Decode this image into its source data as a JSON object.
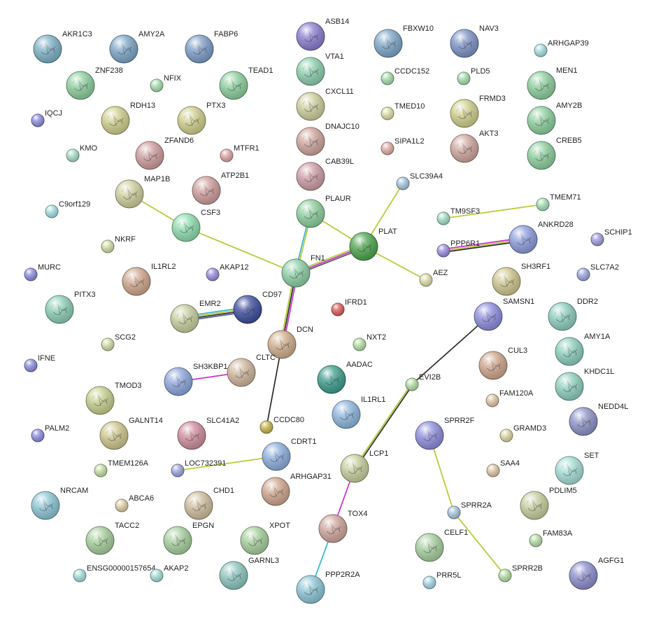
{
  "nodes": [
    {
      "id": "AKR1C3",
      "label": "AKR1C3",
      "size": "large",
      "color": "#7fb3c9",
      "structure": true
    },
    {
      "id": "AMY2A",
      "label": "AMY2A",
      "size": "large",
      "color": "#7fa8c9",
      "structure": true
    },
    {
      "id": "FABP6",
      "label": "FABP6",
      "size": "large",
      "color": "#7f9fc9",
      "structure": true
    },
    {
      "id": "ASB14",
      "label": "ASB14",
      "size": "large",
      "color": "#8c7fd1",
      "structure": true
    },
    {
      "id": "FBXW10",
      "label": "FBXW10",
      "size": "large",
      "color": "#7fa8c9",
      "structure": true
    },
    {
      "id": "NAV3",
      "label": "NAV3",
      "size": "large",
      "color": "#7f95c9",
      "structure": true
    },
    {
      "id": "ARHGAP39",
      "label": "ARHGAP39",
      "size": "small",
      "color": "#a8e0e0",
      "structure": false
    },
    {
      "id": "ZNF238",
      "label": "ZNF238",
      "size": "large",
      "color": "#8fd1a0",
      "structure": true
    },
    {
      "id": "NFIX",
      "label": "NFIX",
      "size": "small",
      "color": "#a8e0b0",
      "structure": false
    },
    {
      "id": "TEAD1",
      "label": "TEAD1",
      "size": "large",
      "color": "#8fd1a0",
      "structure": true
    },
    {
      "id": "VTA1",
      "label": "VTA1",
      "size": "large",
      "color": "#8fd1b0",
      "structure": true
    },
    {
      "id": "CCDC152",
      "label": "CCDC152",
      "size": "small",
      "color": "#a8e0b0",
      "structure": false
    },
    {
      "id": "PLD5",
      "label": "PLD5",
      "size": "small",
      "color": "#a8e0b0",
      "structure": false
    },
    {
      "id": "MEN1",
      "label": "MEN1",
      "size": "large",
      "color": "#8fd1a0",
      "structure": true
    },
    {
      "id": "IQCJ",
      "label": "IQCJ",
      "size": "small",
      "color": "#8f8fdf",
      "structure": false
    },
    {
      "id": "RDH13",
      "label": "RDH13",
      "size": "large",
      "color": "#d1d18f",
      "structure": true
    },
    {
      "id": "PTX3",
      "label": "PTX3",
      "size": "large",
      "color": "#d1d18f",
      "structure": true
    },
    {
      "id": "CXCL11",
      "label": "CXCL11",
      "size": "large",
      "color": "#d1d1a0",
      "structure": true
    },
    {
      "id": "TMED10",
      "label": "TMED10",
      "size": "small",
      "color": "#e0e0a8",
      "structure": false
    },
    {
      "id": "FRMD3",
      "label": "FRMD3",
      "size": "large",
      "color": "#d1d18f",
      "structure": true
    },
    {
      "id": "AMY2B",
      "label": "AMY2B",
      "size": "large",
      "color": "#8fd1a0",
      "structure": true
    },
    {
      "id": "KMO",
      "label": "KMO",
      "size": "small",
      "color": "#a8e0c8",
      "structure": false
    },
    {
      "id": "ZFAND6",
      "label": "ZFAND6",
      "size": "large",
      "color": "#d19f9f",
      "structure": true
    },
    {
      "id": "MTFR1",
      "label": "MTFR1",
      "size": "small",
      "color": "#e0a8a8",
      "structure": false
    },
    {
      "id": "DNAJC10",
      "label": "DNAJC10",
      "size": "large",
      "color": "#d1a89f",
      "structure": true
    },
    {
      "id": "SIPA1L2",
      "label": "SIPA1L2",
      "size": "small",
      "color": "#e0b0a8",
      "structure": false
    },
    {
      "id": "AKT3",
      "label": "AKT3",
      "size": "large",
      "color": "#d1a8a0",
      "structure": true
    },
    {
      "id": "CREB5",
      "label": "CREB5",
      "size": "large",
      "color": "#8fd1a0",
      "structure": true
    },
    {
      "id": "CAB39L",
      "label": "CAB39L",
      "size": "large",
      "color": "#d19fa8",
      "structure": true
    },
    {
      "id": "ATP2B1",
      "label": "ATP2B1",
      "size": "large",
      "color": "#d19f9f",
      "structure": true
    },
    {
      "id": "MAP1B",
      "label": "MAP1B",
      "size": "large",
      "color": "#d1d19f",
      "structure": true
    },
    {
      "id": "SLC39A4",
      "label": "SLC39A4",
      "size": "small",
      "color": "#a8c8e0",
      "structure": false
    },
    {
      "id": "TMEM71",
      "label": "TMEM71",
      "size": "small",
      "color": "#a8e0b8",
      "structure": false
    },
    {
      "id": "C9orf129",
      "label": "C9orf129",
      "size": "small",
      "color": "#a8e0e0",
      "structure": false
    },
    {
      "id": "CSF3",
      "label": "CSF3",
      "size": "large",
      "color": "#8fdfb0",
      "structure": true
    },
    {
      "id": "PLAUR",
      "label": "PLAUR",
      "size": "large",
      "color": "#8fd19f",
      "structure": true
    },
    {
      "id": "TM9SF3",
      "label": "TM9SF3",
      "size": "small",
      "color": "#a8e0c8",
      "structure": false
    },
    {
      "id": "ANKRD28",
      "label": "ANKRD28",
      "size": "large",
      "color": "#8f9fdf",
      "structure": true
    },
    {
      "id": "SCHIP1",
      "label": "SCHIP1",
      "size": "small",
      "color": "#9f9fdf",
      "structure": false
    },
    {
      "id": "PLAT",
      "label": "PLAT",
      "size": "large",
      "color": "#4fa84f",
      "structure": true
    },
    {
      "id": "NKRF",
      "label": "NKRF",
      "size": "small",
      "color": "#d1e0a8",
      "structure": false
    },
    {
      "id": "PPP6R1",
      "label": "PPP6R1",
      "size": "small",
      "color": "#9f8fdf",
      "structure": false
    },
    {
      "id": "MURC",
      "label": "MURC",
      "size": "small",
      "color": "#8f8fdf",
      "structure": false
    },
    {
      "id": "IL1RL2",
      "label": "IL1RL2",
      "size": "large",
      "color": "#d1a88f",
      "structure": true
    },
    {
      "id": "AKAP12",
      "label": "AKAP12",
      "size": "small",
      "color": "#9f8fdf",
      "structure": false
    },
    {
      "id": "FN1",
      "label": "FN1",
      "size": "large",
      "color": "#8fd1a8",
      "structure": true
    },
    {
      "id": "SLC7A2",
      "label": "SLC7A2",
      "size": "small",
      "color": "#9fa8df",
      "structure": false
    },
    {
      "id": "AEZ",
      "label": "AEZ",
      "size": "small",
      "color": "#e0e0b0",
      "structure": false
    },
    {
      "id": "SH3RF1",
      "label": "SH3RF1",
      "size": "large",
      "color": "#d1c88f",
      "structure": true
    },
    {
      "id": "PITX3",
      "label": "PITX3",
      "size": "large",
      "color": "#8fd1b8",
      "structure": true
    },
    {
      "id": "CD97",
      "label": "CD97",
      "size": "large",
      "color": "#3f4f9f",
      "structure": true
    },
    {
      "id": "EMR2",
      "label": "EMR2",
      "size": "large",
      "color": "#c8d1a0",
      "structure": true
    },
    {
      "id": "IFRD1",
      "label": "IFRD1",
      "size": "small",
      "color": "#df5f5f",
      "structure": false
    },
    {
      "id": "SAMSN1",
      "label": "SAMSN1",
      "size": "large",
      "color": "#8f8fdf",
      "structure": true
    },
    {
      "id": "DDR2",
      "label": "DDR2",
      "size": "large",
      "color": "#8fd1c0",
      "structure": true
    },
    {
      "id": "DCN",
      "label": "DCN",
      "size": "large",
      "color": "#d1b08f",
      "structure": true
    },
    {
      "id": "SCG2",
      "label": "SCG2",
      "size": "small",
      "color": "#d1e0a8",
      "structure": false
    },
    {
      "id": "NXT2",
      "label": "NXT2",
      "size": "small",
      "color": "#b8e0a8",
      "structure": false
    },
    {
      "id": "AMY1A",
      "label": "AMY1A",
      "size": "large",
      "color": "#8fd1c0",
      "structure": true
    },
    {
      "id": "CUL3",
      "label": "CUL3",
      "size": "large",
      "color": "#d1a88f",
      "structure": true
    },
    {
      "id": "IFNE",
      "label": "IFNE",
      "size": "small",
      "color": "#8f8fdf",
      "structure": false
    },
    {
      "id": "SH3KBP1",
      "label": "SH3KBP1",
      "size": "large",
      "color": "#8fa8df",
      "structure": true
    },
    {
      "id": "CLTC",
      "label": "CLTC",
      "size": "large",
      "color": "#d1b89f",
      "structure": true
    },
    {
      "id": "AADAC",
      "label": "AADAC",
      "size": "large",
      "color": "#3f9f8f",
      "structure": true
    },
    {
      "id": "EVI2B",
      "label": "EVI2B",
      "size": "small",
      "color": "#b8e0a8",
      "structure": false
    },
    {
      "id": "KHDC1L",
      "label": "KHDC1L",
      "size": "large",
      "color": "#8fd1c0",
      "structure": true
    },
    {
      "id": "TMOD3",
      "label": "TMOD3",
      "size": "large",
      "color": "#c8d18f",
      "structure": true
    },
    {
      "id": "FAM120A",
      "label": "FAM120A",
      "size": "small",
      "color": "#e0c8a8",
      "structure": false
    },
    {
      "id": "IL1RL1",
      "label": "IL1RL1",
      "size": "large",
      "color": "#8fb8df",
      "structure": true
    },
    {
      "id": "NEDD4L",
      "label": "NEDD4L",
      "size": "large",
      "color": "#8f95c9",
      "structure": true
    },
    {
      "id": "PALM2",
      "label": "PALM2",
      "size": "small",
      "color": "#8f8fdf",
      "structure": false
    },
    {
      "id": "GALNT14",
      "label": "GALNT14",
      "size": "large",
      "color": "#d1c88f",
      "structure": true
    },
    {
      "id": "SLC41A2",
      "label": "SLC41A2",
      "size": "large",
      "color": "#d18f9f",
      "structure": true
    },
    {
      "id": "CCDC80",
      "label": "CCDC80",
      "size": "small",
      "color": "#c8b84f",
      "structure": false
    },
    {
      "id": "SPRR2F",
      "label": "SPRR2F",
      "size": "large",
      "color": "#8f8fdf",
      "structure": true
    },
    {
      "id": "GRAMD3",
      "label": "GRAMD3",
      "size": "small",
      "color": "#e0d8a8",
      "structure": false
    },
    {
      "id": "CDRT1",
      "label": "CDRT1",
      "size": "large",
      "color": "#8fb0df",
      "structure": true
    },
    {
      "id": "TMEM126A",
      "label": "TMEM126A",
      "size": "small",
      "color": "#c8e0a8",
      "structure": false
    },
    {
      "id": "LOC732391",
      "label": "LOC732391",
      "size": "small",
      "color": "#9fa8df",
      "structure": false
    },
    {
      "id": "LCP1",
      "label": "LCP1",
      "size": "large",
      "color": "#c8d19f",
      "structure": true
    },
    {
      "id": "SET",
      "label": "SET",
      "size": "large",
      "color": "#a8dfd8",
      "structure": true
    },
    {
      "id": "SAA4",
      "label": "SAA4",
      "size": "small",
      "color": "#e0c8a8",
      "structure": false
    },
    {
      "id": "NRCAM",
      "label": "NRCAM",
      "size": "large",
      "color": "#8fc8d8",
      "structure": true
    },
    {
      "id": "ARHGAP31",
      "label": "ARHGAP31",
      "size": "large",
      "color": "#d1a88f",
      "structure": true
    },
    {
      "id": "ABCA6",
      "label": "ABCA6",
      "size": "small",
      "color": "#e0d0a8",
      "structure": false
    },
    {
      "id": "CHD1",
      "label": "CHD1",
      "size": "large",
      "color": "#d1c0a0",
      "structure": true
    },
    {
      "id": "PDLIM5",
      "label": "PDLIM5",
      "size": "large",
      "color": "#c8d1a0",
      "structure": true
    },
    {
      "id": "SPRR2A",
      "label": "SPRR2A",
      "size": "small",
      "color": "#a8c8e0",
      "structure": false
    },
    {
      "id": "TOX4",
      "label": "TOX4",
      "size": "large",
      "color": "#d1a89f",
      "structure": true
    },
    {
      "id": "TACC2",
      "label": "TACC2",
      "size": "large",
      "color": "#a8d19f",
      "structure": true
    },
    {
      "id": "EPGN",
      "label": "EPGN",
      "size": "large",
      "color": "#a8d1a0",
      "structure": true
    },
    {
      "id": "XPOT",
      "label": "XPOT",
      "size": "large",
      "color": "#a8d19f",
      "structure": true
    },
    {
      "id": "FAM83A",
      "label": "FAM83A",
      "size": "small",
      "color": "#b8e0a8",
      "structure": false
    },
    {
      "id": "CELF1",
      "label": "CELF1",
      "size": "large",
      "color": "#a8d1a0",
      "structure": true
    },
    {
      "id": "AGFG1",
      "label": "AGFG1",
      "size": "large",
      "color": "#8f8fcf",
      "structure": true
    },
    {
      "id": "GARNL3",
      "label": "GARNL3",
      "size": "large",
      "color": "#8fc8c0",
      "structure": true
    },
    {
      "id": "ENSG00000157654",
      "label": "ENSG00000157654",
      "size": "small",
      "color": "#a8e0d8",
      "structure": false
    },
    {
      "id": "AKAP2",
      "label": "AKAP2",
      "size": "small",
      "color": "#a8e0d8",
      "structure": false
    },
    {
      "id": "PPP2R2A",
      "label": "PPP2R2A",
      "size": "large",
      "color": "#8fc8d8",
      "structure": true
    },
    {
      "id": "PRR5L",
      "label": "PRR5L",
      "size": "small",
      "color": "#a8d8e8",
      "structure": false
    },
    {
      "id": "SPRR2B",
      "label": "SPRR2B",
      "size": "small",
      "color": "#b8e0a8",
      "structure": false
    }
  ],
  "edges": [
    {
      "source": "MAP1B",
      "target": "CSF3",
      "colors": [
        "#b8cc3a"
      ]
    },
    {
      "source": "CSF3",
      "target": "FN1",
      "colors": [
        "#b8cc3a"
      ]
    },
    {
      "source": "PLAUR",
      "target": "FN1",
      "colors": [
        "#b8cc3a",
        "#3ab8d1"
      ]
    },
    {
      "source": "PLAUR",
      "target": "PLAT",
      "colors": [
        "#b8cc3a"
      ]
    },
    {
      "source": "FN1",
      "target": "PLAT",
      "colors": [
        "#b8cc3a",
        "#cc33cc",
        "#5a5a5a"
      ]
    },
    {
      "source": "SLC39A4",
      "target": "PLAT",
      "colors": [
        "#b8cc3a"
      ]
    },
    {
      "source": "PLAT",
      "target": "AEZ",
      "colors": [
        "#b8cc3a"
      ]
    },
    {
      "source": "TM9SF3",
      "target": "TMEM71",
      "colors": [
        "#b8cc3a"
      ]
    },
    {
      "source": "PPP6R1",
      "target": "ANKRD28",
      "colors": [
        "#cc33cc",
        "#b8cc3a",
        "#333333"
      ]
    },
    {
      "source": "FN1",
      "target": "DCN",
      "colors": [
        "#cc33cc",
        "#333333",
        "#b8cc3a"
      ]
    },
    {
      "source": "EMR2",
      "target": "CD97",
      "colors": [
        "#3ab8d1",
        "#b8cc3a",
        "#333333",
        "#5a5a9f"
      ]
    },
    {
      "source": "DCN",
      "target": "CCDC80",
      "colors": [
        "#333333"
      ]
    },
    {
      "source": "SH3KBP1",
      "target": "CLTC",
      "colors": [
        "#cc33cc"
      ]
    },
    {
      "source": "SAMSN1",
      "target": "EVI2B",
      "colors": [
        "#333333"
      ]
    },
    {
      "source": "EVI2B",
      "target": "LCP1",
      "colors": [
        "#333333",
        "#b8cc3a"
      ]
    },
    {
      "source": "LOC732391",
      "target": "CDRT1",
      "colors": [
        "#b8cc3a"
      ]
    },
    {
      "source": "LCP1",
      "target": "TOX4",
      "colors": [
        "#cc33cc"
      ]
    },
    {
      "source": "TOX4",
      "target": "PPP2R2A",
      "colors": [
        "#3ab8d1"
      ]
    },
    {
      "source": "SPRR2F",
      "target": "SPRR2A",
      "colors": [
        "#b8cc3a"
      ]
    },
    {
      "source": "SPRR2A",
      "target": "SPRR2B",
      "colors": [
        "#b8cc3a"
      ]
    }
  ]
}
